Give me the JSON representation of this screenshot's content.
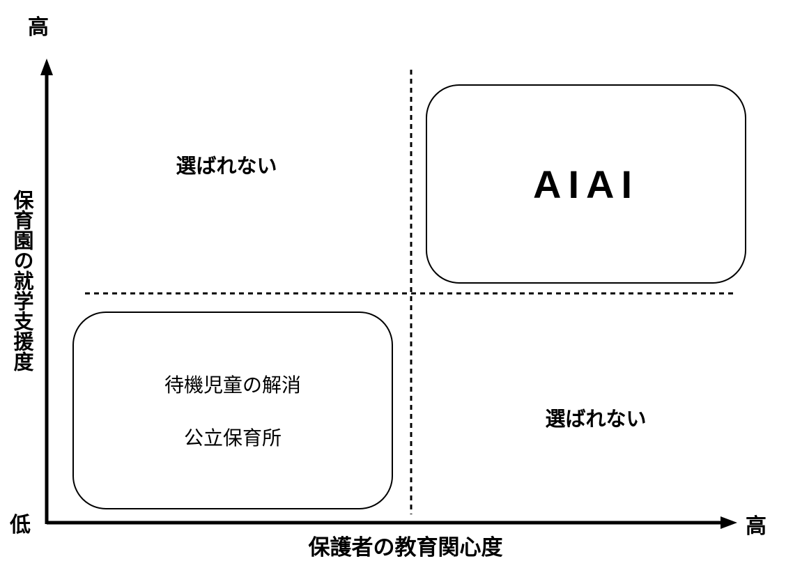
{
  "y_axis": {
    "high": "高",
    "low": "低",
    "title": "保育園の就学支援度"
  },
  "x_axis": {
    "high": "高",
    "title": "保護者の教育関心度"
  },
  "quadrants": {
    "top_left": "選ばれない",
    "bottom_right": "選ばれない"
  },
  "boxes": {
    "bottom_left": {
      "line1": "待機児童の解消",
      "line2": "公立保育所"
    },
    "top_right": {
      "logo": "AIAI"
    }
  },
  "colors": {
    "stroke": "#000000",
    "background": "#ffffff"
  }
}
